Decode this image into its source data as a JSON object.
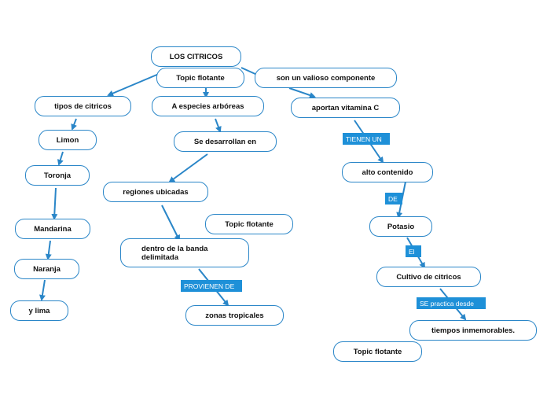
{
  "nodes": {
    "root": "LOS CITRICOS",
    "floating_1": "Topic flotante",
    "valuable": "son un valioso componente",
    "types": "tipos de citricos",
    "tree_species": "A especies arbóreas",
    "vitamin_c": "aportan vitamina C",
    "lemon": "Limon",
    "develop": "Se desarrollan en",
    "grapefruit": "Toronja",
    "high_content": "alto contenido",
    "regions": "regiones ubicadas",
    "floating_2": "Topic flotante",
    "tangerine": "Mandarina",
    "potassium": "Potasio",
    "band": "dentro de la banda delimitada",
    "orange": "Naranja",
    "cultivation": "Cultivo de citricos",
    "lime": "y lima",
    "tropical": "zonas tropicales",
    "ancient": "tiempos inmemorables.",
    "floating_3": "Topic flotante"
  },
  "tags": {
    "have": "TIENEN UN",
    "of": "DE",
    "the": "El",
    "from": "PROVIENEN DE",
    "practiced": "SE practica desde"
  },
  "colors": {
    "accent": "#2a86c8",
    "tag_bg": "#1e90d8"
  }
}
